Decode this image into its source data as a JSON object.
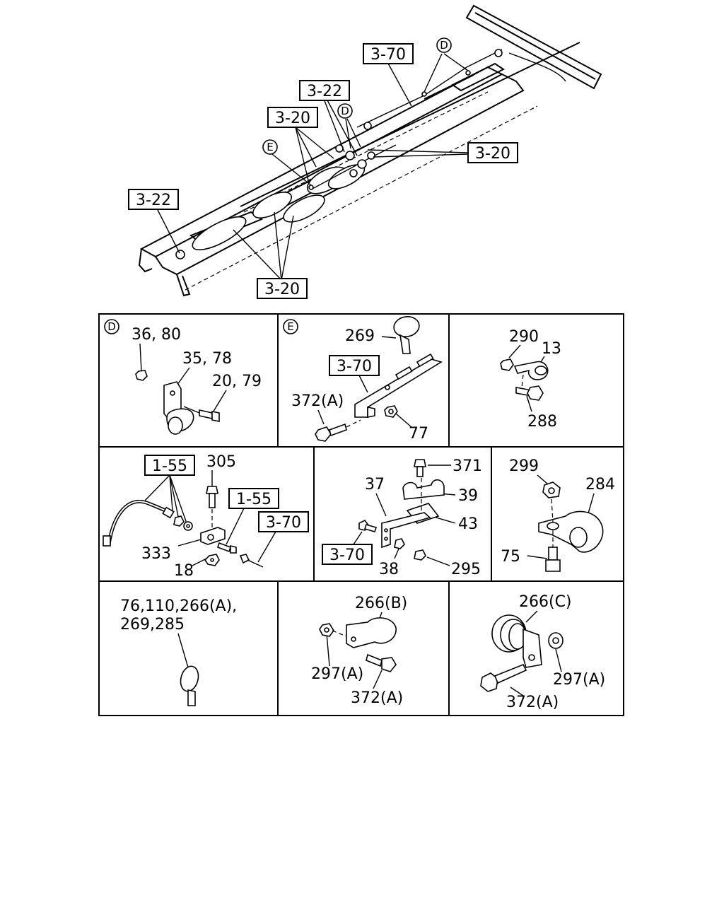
{
  "overview": {
    "refs": {
      "r1": "3-70",
      "r2": "3-22",
      "r3": "3-20",
      "r4": "3-20",
      "r5": "3-22",
      "r6": "3-20"
    },
    "callouts": {
      "c1": "D",
      "c2": "D",
      "c3": "E"
    }
  },
  "cells": {
    "d": {
      "marker": "D",
      "labels": {
        "a": "36, 80",
        "b": "35, 78",
        "c": "20, 79"
      }
    },
    "e": {
      "marker": "E",
      "ref": "3-70",
      "labels": {
        "a": "269",
        "b": "372(A)",
        "c": "77"
      }
    },
    "c3": {
      "labels": {
        "a": "290",
        "b": "13",
        "c": "288"
      }
    },
    "c4": {
      "refs": {
        "a": "1-55",
        "b": "1-55",
        "c": "3-70"
      },
      "labels": {
        "a": "305",
        "b": "333",
        "c": "18"
      }
    },
    "c5": {
      "ref": "3-70",
      "labels": {
        "a": "371",
        "b": "37",
        "c": "39",
        "d": "43",
        "e": "38",
        "f": "295"
      }
    },
    "c6": {
      "labels": {
        "a": "299",
        "b": "284",
        "c": "75"
      }
    },
    "c7": {
      "labels": {
        "a": "76,110,266(A),",
        "b": "269,285"
      }
    },
    "c8": {
      "labels": {
        "a": "266(B)",
        "b": "297(A)",
        "c": "372(A)"
      }
    },
    "c9": {
      "labels": {
        "a": "266(C)",
        "b": "297(A)",
        "c": "372(A)"
      }
    }
  }
}
